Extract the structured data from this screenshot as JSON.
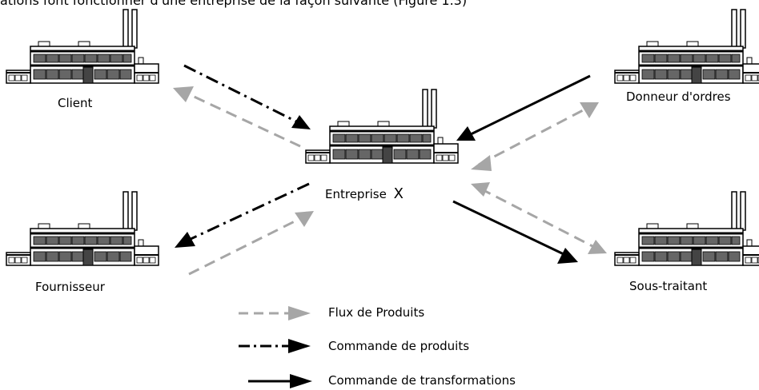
{
  "top_text": "ations font fonctionner d'une entreprise de la façon suivante (Figure 1.3)",
  "nodes": {
    "client": "Client",
    "donneur": "Donneur d'ordres",
    "entreprise": "Entreprise",
    "entreprise_mark": "X",
    "fournisseur": "Fournisseur",
    "sous_traitant": "Sous-traitant"
  },
  "legend": {
    "flux_produits": "Flux de Produits",
    "commande_produits": "Commande de produits",
    "commande_transformations": "Commande de transformations"
  },
  "colors": {
    "gray_arrow": "#a6a6a6",
    "black_arrow": "#000000"
  },
  "icons": {
    "factory": "factory-icon"
  }
}
